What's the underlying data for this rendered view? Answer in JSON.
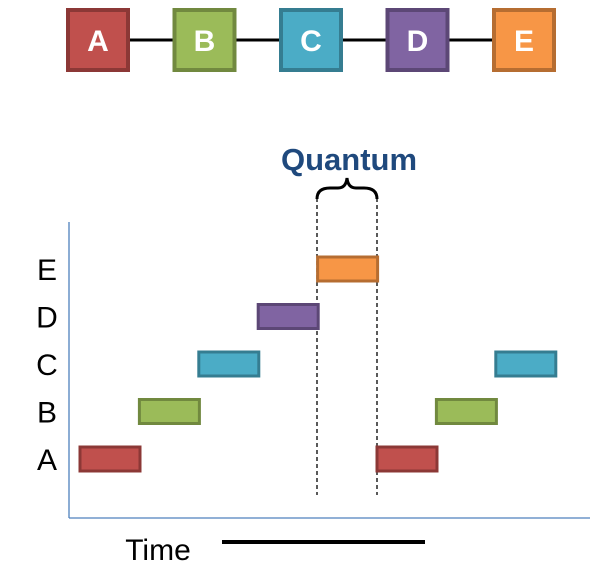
{
  "queue": {
    "nodes": [
      {
        "label": "A",
        "fill": "#C0504D",
        "stroke": "#8C3836"
      },
      {
        "label": "B",
        "fill": "#9BBB59",
        "stroke": "#71893F"
      },
      {
        "label": "C",
        "fill": "#4BACC6",
        "stroke": "#357D91"
      },
      {
        "label": "D",
        "fill": "#8064A2",
        "stroke": "#5C4776"
      },
      {
        "label": "E",
        "fill": "#F79646",
        "stroke": "#B66D31"
      }
    ]
  },
  "quantum_label": "Quantum",
  "quantum_color": "#1F497D",
  "timeline": {
    "rows": [
      "A",
      "B",
      "C",
      "D",
      "E"
    ],
    "slices": [
      {
        "process": "A",
        "slot": 0
      },
      {
        "process": "B",
        "slot": 1
      },
      {
        "process": "C",
        "slot": 2
      },
      {
        "process": "D",
        "slot": 3
      },
      {
        "process": "E",
        "slot": 4
      },
      {
        "process": "A",
        "slot": 5
      },
      {
        "process": "B",
        "slot": 6
      },
      {
        "process": "C",
        "slot": 7
      }
    ],
    "quantum_slot": 4
  },
  "time_label": "Time"
}
